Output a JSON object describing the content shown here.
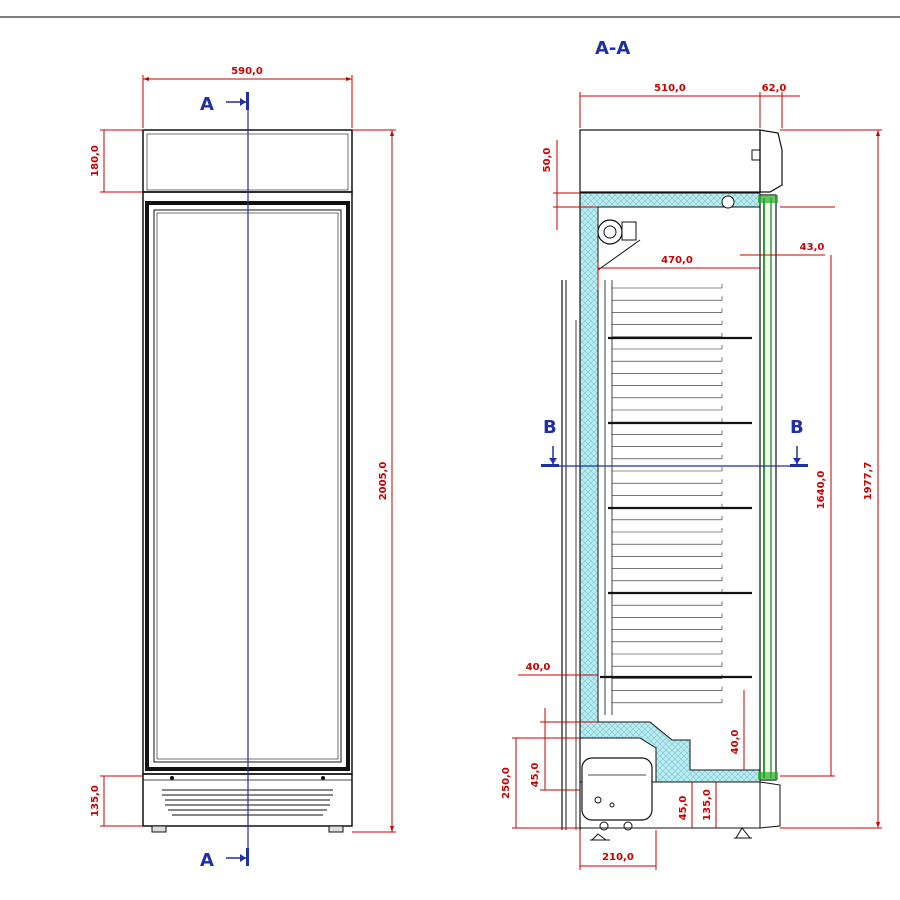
{
  "section_labels": {
    "aa_title": "A-A",
    "a_top": "A",
    "a_bottom": "A",
    "b_left": "B",
    "b_right": "B"
  },
  "front_view": {
    "width": "590,0",
    "top_panel_height": "180,0",
    "total_height": "2005,0",
    "base_height": "135,0"
  },
  "section_view": {
    "depth": "510,0",
    "door_depth": "62,0",
    "top_insulation": "50,0",
    "inner_depth": "470,0",
    "door_gap": "43,0",
    "inner_height": "1640,0",
    "total_height": "1977,7",
    "back_wall": "40,0",
    "compressor_bay_height": "250,0",
    "step_height_left": "45,0",
    "step_height_bottom": "45,0",
    "base_height": "135,0",
    "bottom_insulation": "40,0",
    "compressor_width": "210,0"
  },
  "colors": {
    "dimension": "#cc0000",
    "section_marker": "#1f2fa8",
    "insulation": "#9fdde6",
    "door_seal": "#22aa22",
    "outline": "#111111"
  }
}
